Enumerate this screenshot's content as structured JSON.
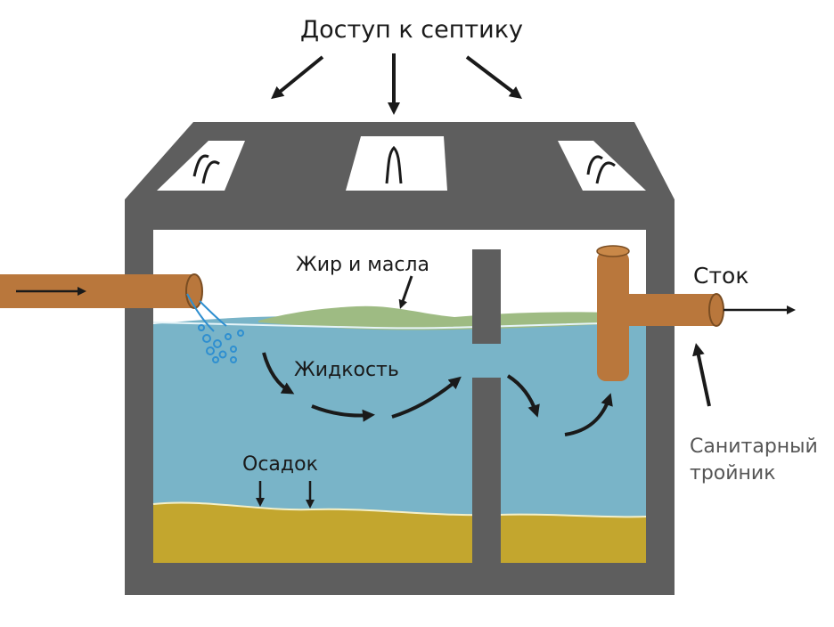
{
  "labels": {
    "access": "Доступ к септику",
    "fat_oil": "Жир и масла",
    "liquid": "Жидкость",
    "sediment": "Осадок",
    "outlet": "Сток",
    "tee_line1": "Санитарный",
    "tee_line2": "тройник"
  },
  "colors": {
    "tank_wall": "#5e5e5e",
    "water": "#79b4c8",
    "sludge": "#c3a62e",
    "scum": "#9ebb83",
    "pipe": "#b9773c",
    "arrow": "#1a1a1a"
  }
}
